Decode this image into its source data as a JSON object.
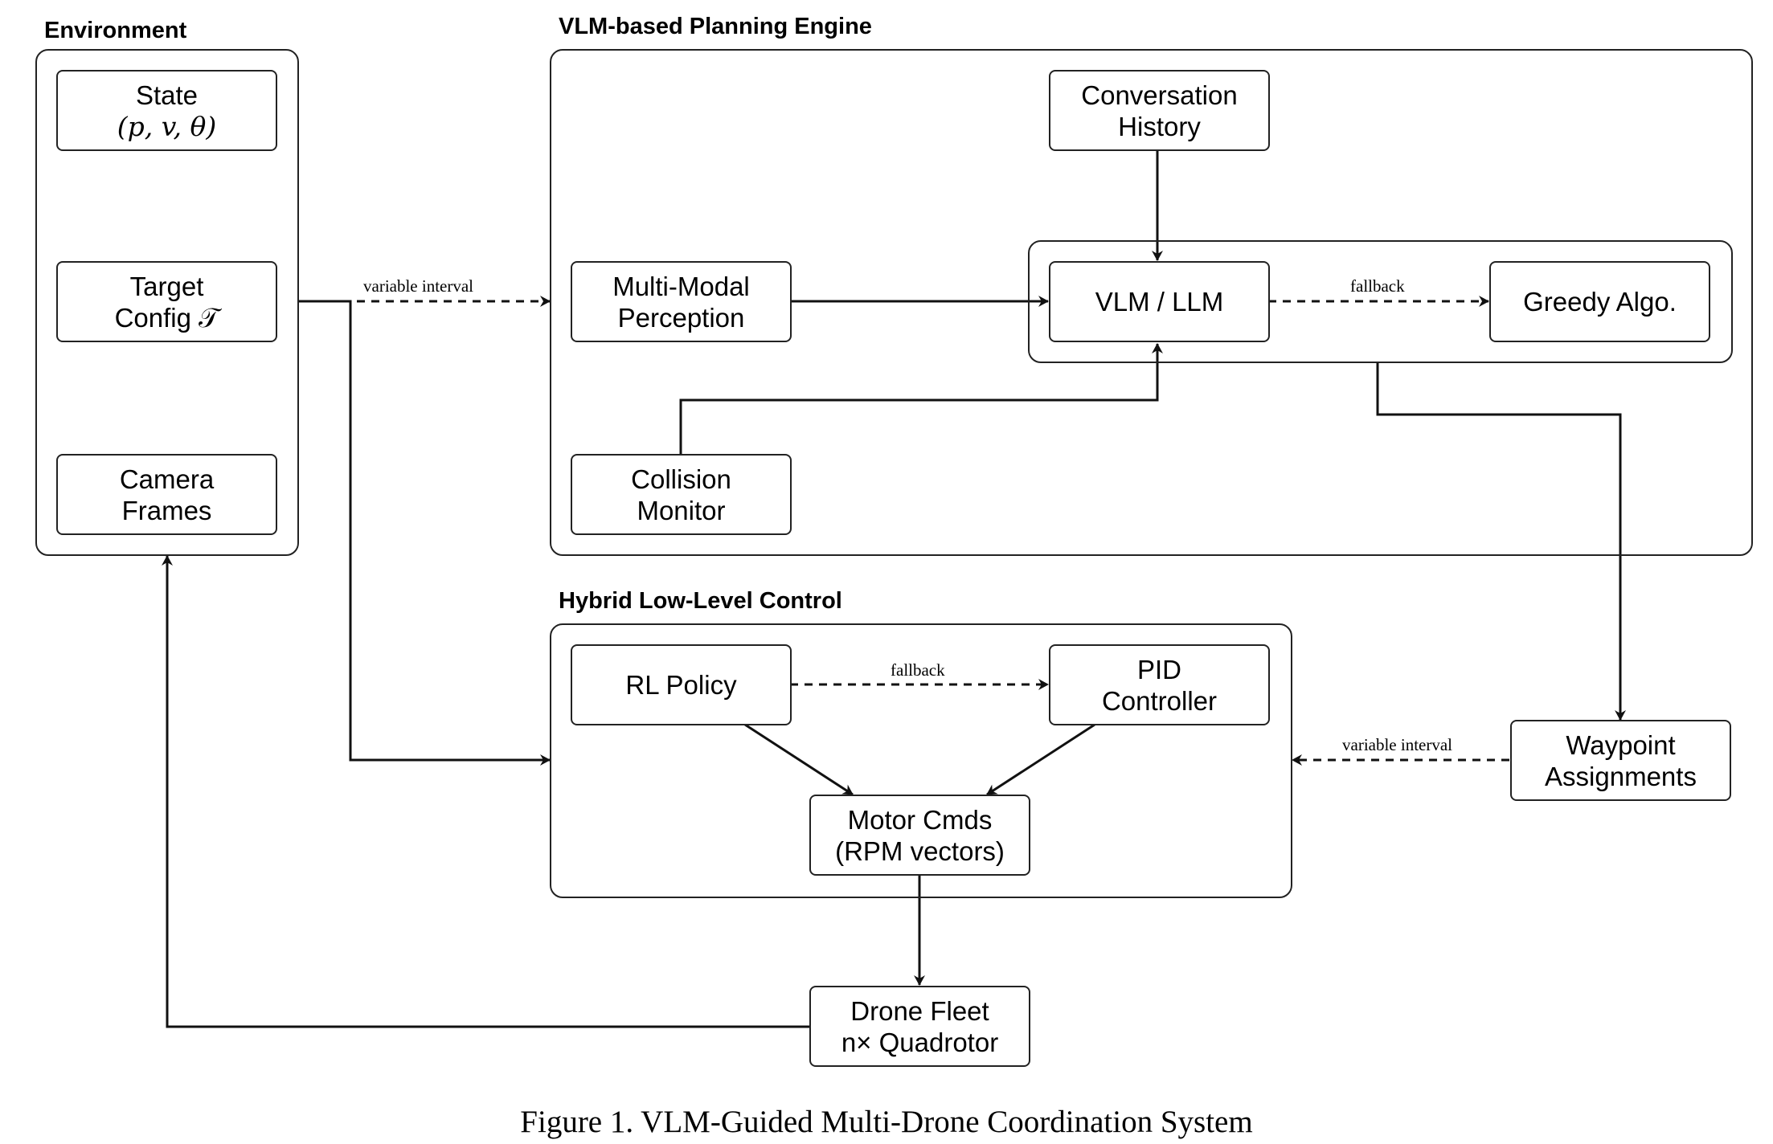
{
  "groups": {
    "environment": "Environment",
    "planning": "VLM-based Planning Engine",
    "control": "Hybrid Low-Level Control"
  },
  "nodes": {
    "state": {
      "line1": "State",
      "line2": "(p, v, θ)"
    },
    "target": {
      "line1": "Target",
      "line2": "Config 𝒯"
    },
    "camera": {
      "line1": "Camera",
      "line2": "Frames"
    },
    "conversation": {
      "line1": "Conversation",
      "line2": "History"
    },
    "perception": {
      "line1": "Multi-Modal",
      "line2": "Perception"
    },
    "vlm": {
      "line1": "VLM / LLM"
    },
    "greedy": {
      "line1": "Greedy Algo."
    },
    "collision": {
      "line1": "Collision",
      "line2": "Monitor"
    },
    "rl": {
      "line1": "RL Policy"
    },
    "pid": {
      "line1": "PID",
      "line2": "Controller"
    },
    "motor": {
      "line1": "Motor Cmds",
      "line2": "(RPM vectors)"
    },
    "waypoint": {
      "line1": "Waypoint",
      "line2": "Assignments"
    },
    "fleet": {
      "line1": "Drone Fleet",
      "line2": "n× Quadrotor"
    }
  },
  "edge_labels": {
    "env_to_planning": "variable interval",
    "vlm_fallback": "fallback",
    "rl_fallback": "fallback",
    "waypoint_to_control": "variable interval"
  },
  "caption": "Figure 1. VLM-Guided Multi-Drone Coordination System"
}
